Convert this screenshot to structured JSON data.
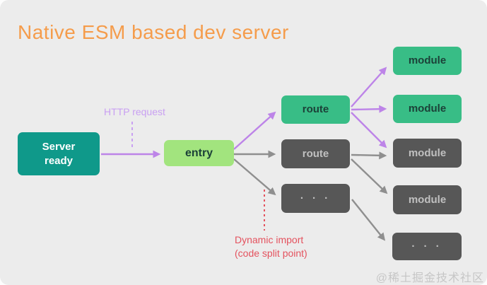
{
  "title": "Native ESM based dev server",
  "watermark": "@稀土掘金技术社区",
  "annotations": {
    "http_request": "HTTP request",
    "dynamic_import": "Dynamic import\n(code split point)"
  },
  "nodes": [
    {
      "id": "server-ready",
      "label": "Server\nready",
      "variant": "teal"
    },
    {
      "id": "entry",
      "label": "entry",
      "variant": "light-green"
    },
    {
      "id": "route-active",
      "label": "route",
      "variant": "green"
    },
    {
      "id": "route-inactive",
      "label": "route",
      "variant": "gray"
    },
    {
      "id": "routes-more",
      "label": "· · ·",
      "variant": "gray"
    },
    {
      "id": "module-1",
      "label": "module",
      "variant": "green"
    },
    {
      "id": "module-2",
      "label": "module",
      "variant": "green"
    },
    {
      "id": "module-3",
      "label": "module",
      "variant": "gray"
    },
    {
      "id": "module-4",
      "label": "module",
      "variant": "gray"
    },
    {
      "id": "modules-more",
      "label": "· · ·",
      "variant": "gray"
    }
  ],
  "edges": [
    {
      "from": "server-ready",
      "to": "entry",
      "color": "purple",
      "style": "solid"
    },
    {
      "from": "entry",
      "to": "route-active",
      "color": "purple",
      "style": "solid"
    },
    {
      "from": "entry",
      "to": "route-inactive",
      "color": "gray",
      "style": "solid"
    },
    {
      "from": "entry",
      "to": "routes-more",
      "color": "gray",
      "style": "solid"
    },
    {
      "from": "route-active",
      "to": "module-1",
      "color": "purple",
      "style": "solid"
    },
    {
      "from": "route-active",
      "to": "module-2",
      "color": "purple",
      "style": "solid"
    },
    {
      "from": "route-active",
      "to": "module-3",
      "color": "purple",
      "style": "solid"
    },
    {
      "from": "route-inactive",
      "to": "module-3",
      "color": "gray",
      "style": "solid"
    },
    {
      "from": "route-inactive",
      "to": "module-4",
      "color": "gray",
      "style": "solid"
    },
    {
      "from": "routes-more",
      "to": "modules-more",
      "color": "gray",
      "style": "solid"
    },
    {
      "from": "http-request-label",
      "to": "edge-server-entry",
      "color": "light-purple",
      "style": "dashed"
    },
    {
      "from": "dynamic-import-label",
      "to": "edge-entry-routes-more",
      "color": "red",
      "style": "dotted"
    }
  ],
  "colors": {
    "background": "#ececec",
    "title": "#f59c4b",
    "server_box": "#0f998a",
    "entry_box": "#a2e47e",
    "active_box": "#38bd86",
    "inactive_box": "#575757",
    "dark_text": "#1c4138",
    "gray_text": "#c0c0c0",
    "purple_arrow": "#bd84e8",
    "http_label_purple": "#c9a0f2",
    "gray_arrow": "#8f8f8f",
    "red_annotation": "#e4525e",
    "watermark": "#c6c6c6"
  }
}
